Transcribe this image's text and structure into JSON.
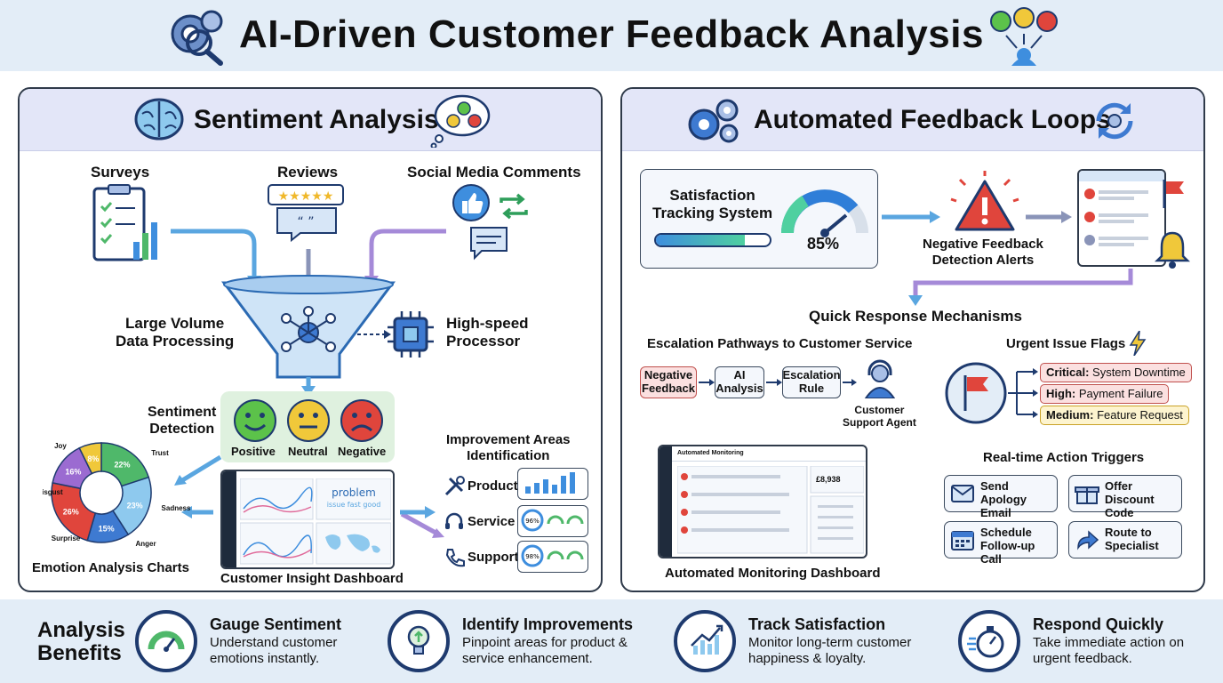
{
  "title": "AI-Driven Customer Feedback Analysis",
  "colors": {
    "positive": "#5cc24a",
    "neutral": "#f0c83a",
    "negative": "#e0453c",
    "accent": "#1e3a6e",
    "panel_head": "#e3e6f8"
  },
  "icons": [
    "gear-magnifier-icon",
    "emoji-faces-icon",
    "brain-icon",
    "thought-bubble-icon",
    "gears-icon",
    "refresh-cycle-icon",
    "clipboard-chart-icon",
    "stars-review-icon",
    "thumbs-up-icon",
    "retweet-icon",
    "chat-icon",
    "funnel-icon",
    "processor-chip-icon",
    "warning-icon",
    "bell-icon",
    "flag-icon",
    "headset-agent-icon",
    "lightning-icon",
    "envelope-icon",
    "gift-icon",
    "calendar-icon",
    "forward-arrow-icon",
    "gauge-icon",
    "lightbulb-icon",
    "growth-chart-icon",
    "stopwatch-icon"
  ],
  "sentiment": {
    "title": "Sentiment Analysis",
    "sources": {
      "surveys": "Surveys",
      "reviews": "Reviews",
      "social": "Social Media Comments"
    },
    "processing": "Large Volume\nData Processing",
    "processor": "High-speed\nProcessor",
    "detection": "Sentiment\nDetection",
    "faces": {
      "positive": "Positive",
      "neutral": "Neutral",
      "negative": "Negative"
    },
    "improvement_title": "Improvement Areas\nIdentification",
    "areas": {
      "product": "Product",
      "service": "Service",
      "support": "Support"
    },
    "dashboard_label": "Customer Insight Dashboard",
    "emotion_label": "Emotion Analysis Charts",
    "mini_gauges": {
      "service_value": "96%",
      "support_value": "98%"
    }
  },
  "emotion_chart": {
    "type": "pie",
    "slices": [
      {
        "label": "Joy",
        "value": 22,
        "color": "#4fb86a"
      },
      {
        "label": "Trust",
        "value": 23,
        "color": "#8ec9ee"
      },
      {
        "label": "Sadness",
        "value": 15,
        "color": "#3e7ad1"
      },
      {
        "label": "Anger",
        "value": 26,
        "color": "#e0453c"
      },
      {
        "label": "Surprise",
        "value": 16,
        "color": "#9b6bd1"
      },
      {
        "label": "Disgust",
        "value": 8,
        "color": "#f0c83a"
      }
    ]
  },
  "loops": {
    "title": "Automated Feedback Loops",
    "tracking": "Satisfaction\nTracking System",
    "gauge_value": "85%",
    "alerts": "Negative Feedback\nDetection Alerts",
    "quick": "Quick Response Mechanisms",
    "escalation_title": "Escalation Pathways to Customer Service",
    "steps": {
      "negative": "Negative\nFeedback",
      "ai": "AI\nAnalysis",
      "rule": "Escalation\nRule"
    },
    "agent": "Customer\nSupport Agent",
    "urgent_title": "Urgent Issue Flags",
    "flags": [
      {
        "level": "Critical:",
        "text": " System Downtime",
        "bg": "#fbe0e0"
      },
      {
        "level": "High:",
        "text": " Payment Failure",
        "bg": "#fbe0e0"
      },
      {
        "level": "Medium:",
        "text": " Feature Request",
        "bg": "#fdf4cf"
      }
    ],
    "monitor_label": "Automated Monitoring Dashboard",
    "monitor_header": "Automated Monitoring",
    "monitor_stat": "£8,938",
    "triggers_title": "Real-time Action Triggers",
    "triggers": {
      "apology": "Send Apology\nEmail",
      "discount": "Offer\nDiscount Code",
      "followup": "Schedule\nFollow-up Call",
      "specialist": "Route to\nSpecialist"
    }
  },
  "benefits": {
    "heading": "Analysis\nBenefits",
    "items": [
      {
        "title": "Gauge Sentiment",
        "desc": "Understand customer emotions instantly."
      },
      {
        "title": "Identify Improvements",
        "desc": "Pinpoint areas for product & service enhancement."
      },
      {
        "title": "Track Satisfaction",
        "desc": "Monitor long-term customer happiness & loyalty."
      },
      {
        "title": "Respond Quickly",
        "desc": "Take immediate action on urgent feedback."
      }
    ]
  }
}
